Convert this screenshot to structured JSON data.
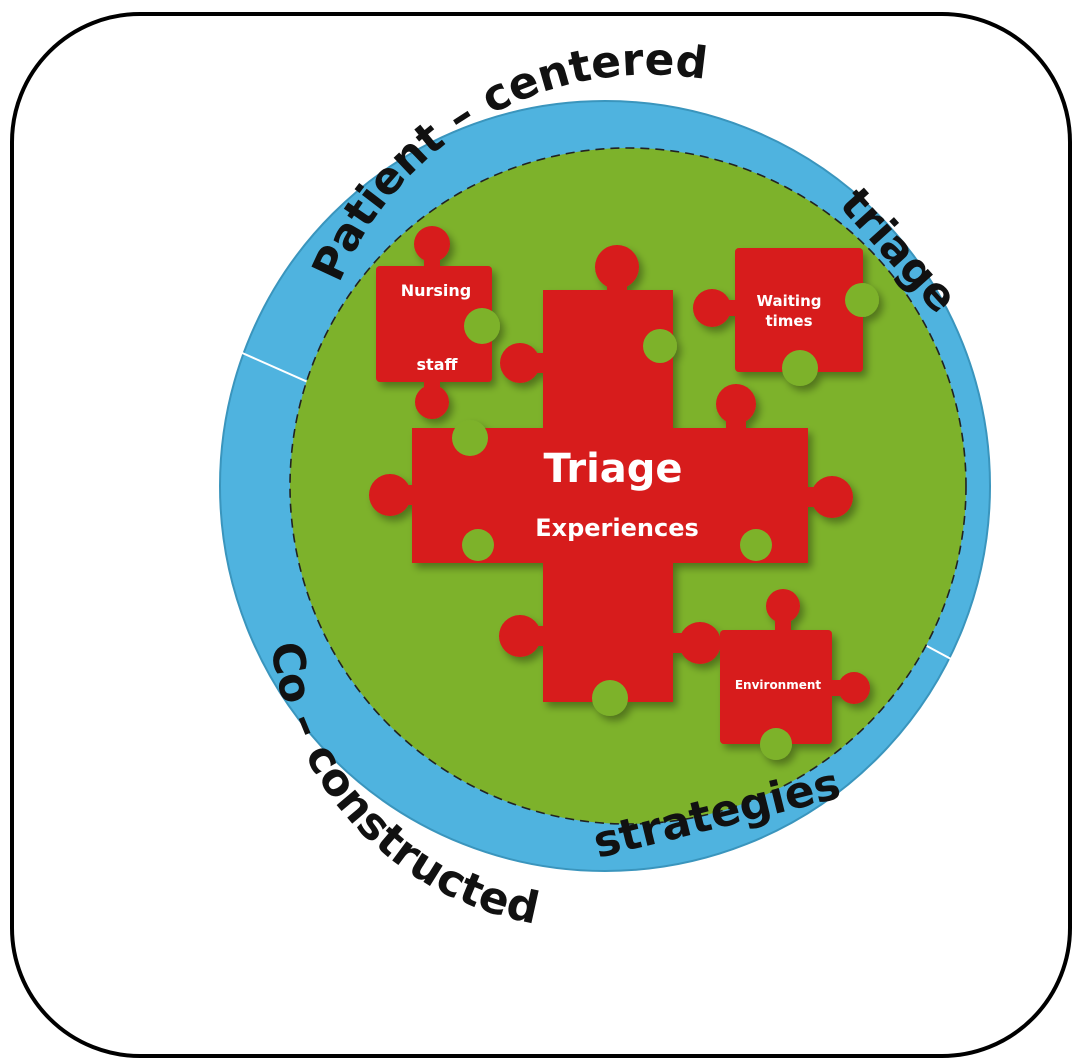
{
  "ring": {
    "top_arc_text": "Patient – centered",
    "top_right_text": "triage",
    "bottom_left_text": "Co – constructed",
    "bottom_right_text": "strategies"
  },
  "pieces": {
    "center_title": "Triage",
    "center_subtitle": "Experiences",
    "nursing_line1": "Nursing",
    "nursing_line2": "staff",
    "waiting_line1": "Waiting",
    "waiting_line2": "times",
    "environment": "Environment"
  },
  "colors": {
    "ring_blue": "#4fb3df",
    "inner_green": "#7db22b",
    "puzzle_red": "#d71a1a",
    "frame_black": "#000000"
  }
}
